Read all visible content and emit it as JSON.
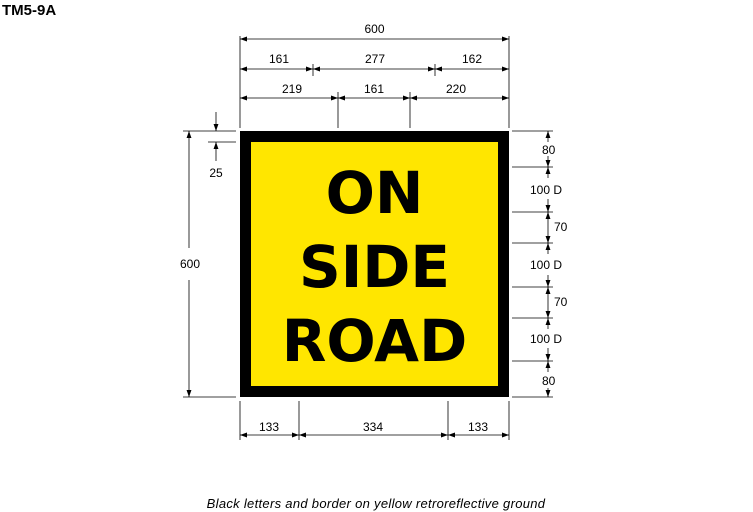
{
  "title": "TM5-9A",
  "sign": {
    "lines": [
      "ON",
      "SIDE",
      "ROAD"
    ],
    "colors": {
      "ground": "#FFE600",
      "legend": "#000000",
      "border": "#000000"
    }
  },
  "dimensions": {
    "top_total": "600",
    "top_row1": [
      "161",
      "277",
      "162"
    ],
    "top_row2": [
      "219",
      "161",
      "220"
    ],
    "left_total": "600",
    "left_border": "25",
    "right": [
      "80",
      "100 D",
      "70",
      "100 D",
      "70",
      "100 D",
      "80"
    ],
    "bottom": [
      "133",
      "334",
      "133"
    ]
  },
  "caption": "Black letters and border on yellow retroreflective ground"
}
